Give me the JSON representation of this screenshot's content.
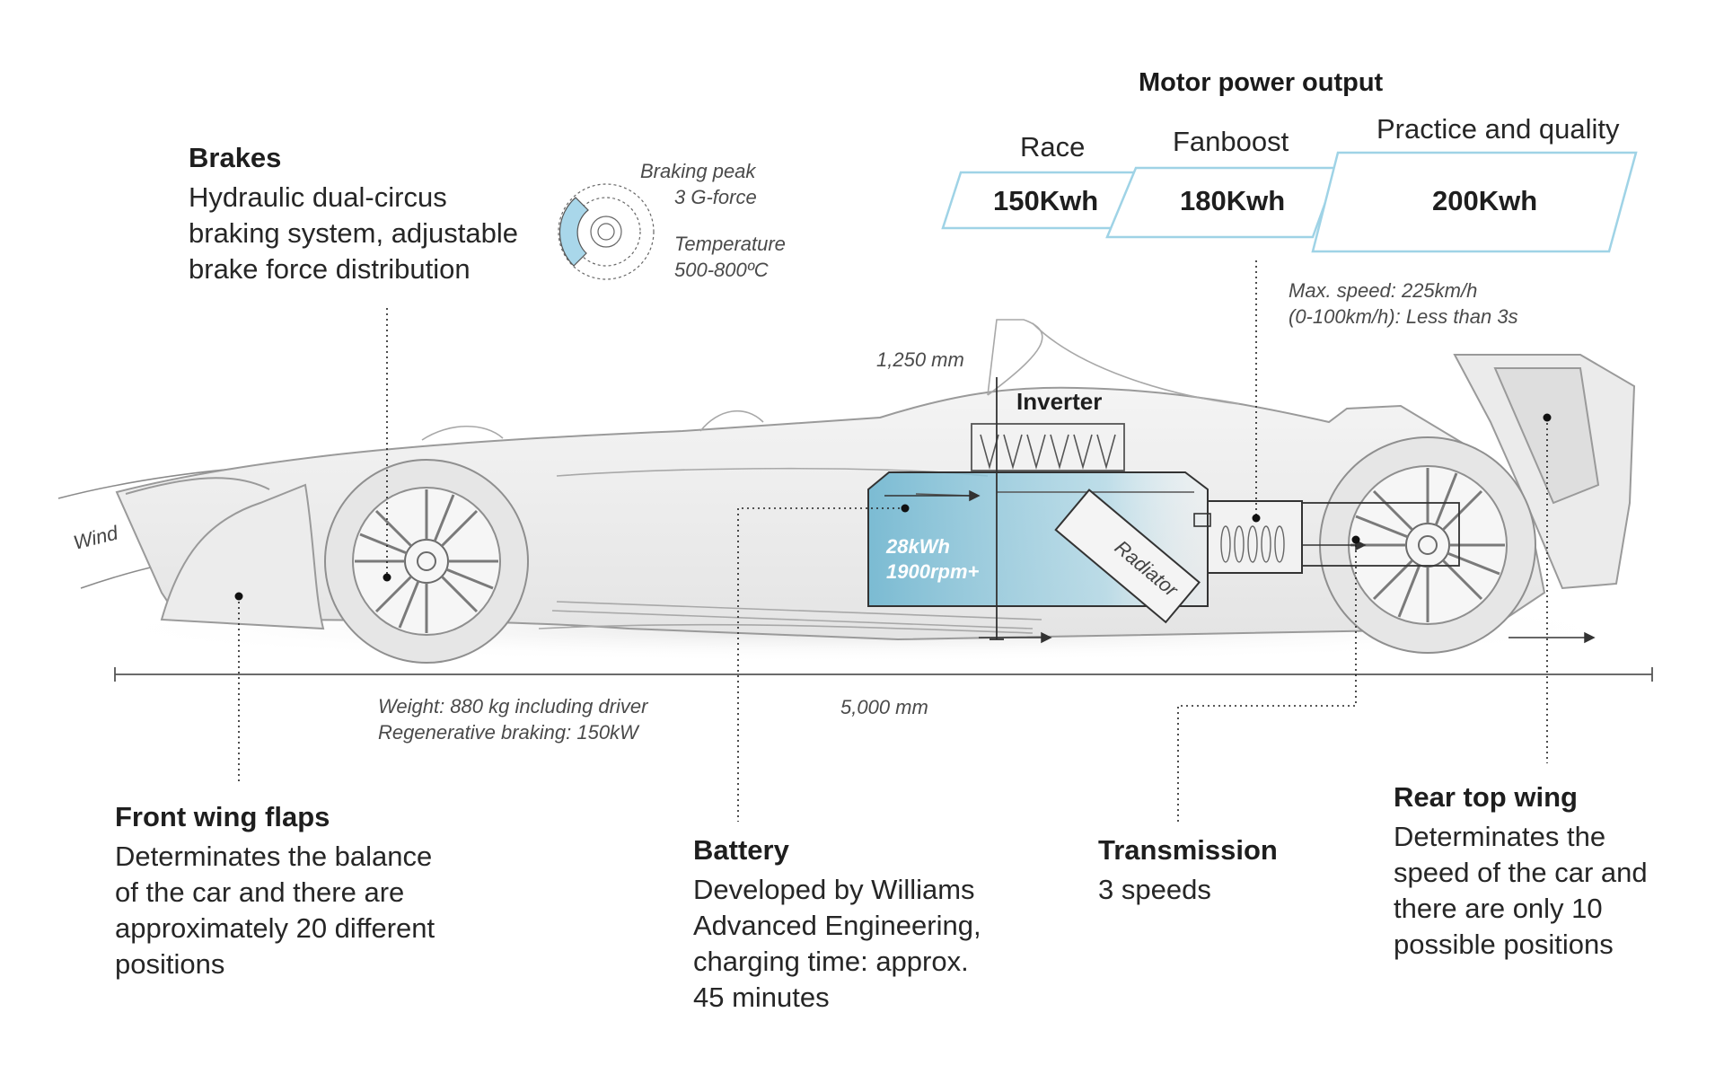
{
  "motor_power": {
    "title": "Motor power output",
    "modes": [
      {
        "name": "Race",
        "value": "150Kwh"
      },
      {
        "name": "Fanboost",
        "value": "180Kwh"
      },
      {
        "name": "Practice and quality",
        "value": "200Kwh"
      }
    ]
  },
  "brakes": {
    "title": "Brakes",
    "description": "Hydraulic dual-circus braking system, adjustable brake force distribution",
    "lines": [
      "Hydraulic dual-circus",
      "braking system, adjustable",
      "brake force distribution"
    ],
    "peak_label": [
      "Braking peak",
      "3 G-force"
    ],
    "temp_label": [
      "Temperature",
      "500-800ºC"
    ]
  },
  "speed_note": [
    "Max. speed: 225km/h",
    "(0-100km/h): Less than 3s"
  ],
  "height_label": "1,250 mm",
  "length_label": "5,000 mm",
  "weight_note": [
    "Weight: 880 kg including driver",
    "Regenerative braking: 150kW"
  ],
  "wind_label": "Wind",
  "inverter_label": "Inverter",
  "radiator_label": "Radiator",
  "battery_spec": [
    "28kWh",
    "1900rpm+"
  ],
  "front_wing": {
    "title": "Front wing flaps",
    "lines": [
      "Determinates the balance",
      "of the car and there are",
      "approximately 20 different",
      "positions"
    ]
  },
  "battery": {
    "title": "Battery",
    "lines": [
      "Developed by Williams",
      "Advanced Engineering,",
      "charging time: approx.",
      "45 minutes"
    ]
  },
  "transmission": {
    "title": "Transmission",
    "lines": [
      "3 speeds"
    ]
  },
  "rear_wing": {
    "title": "Rear top wing",
    "lines": [
      "Determinates the",
      "speed of the car and",
      "there are only 10",
      "possible positions"
    ]
  },
  "colors": {
    "accent": "#9fd3e6",
    "battery_fill": "#7fbfd6",
    "line": "#333333",
    "car_outline": "#9a9a9a"
  }
}
